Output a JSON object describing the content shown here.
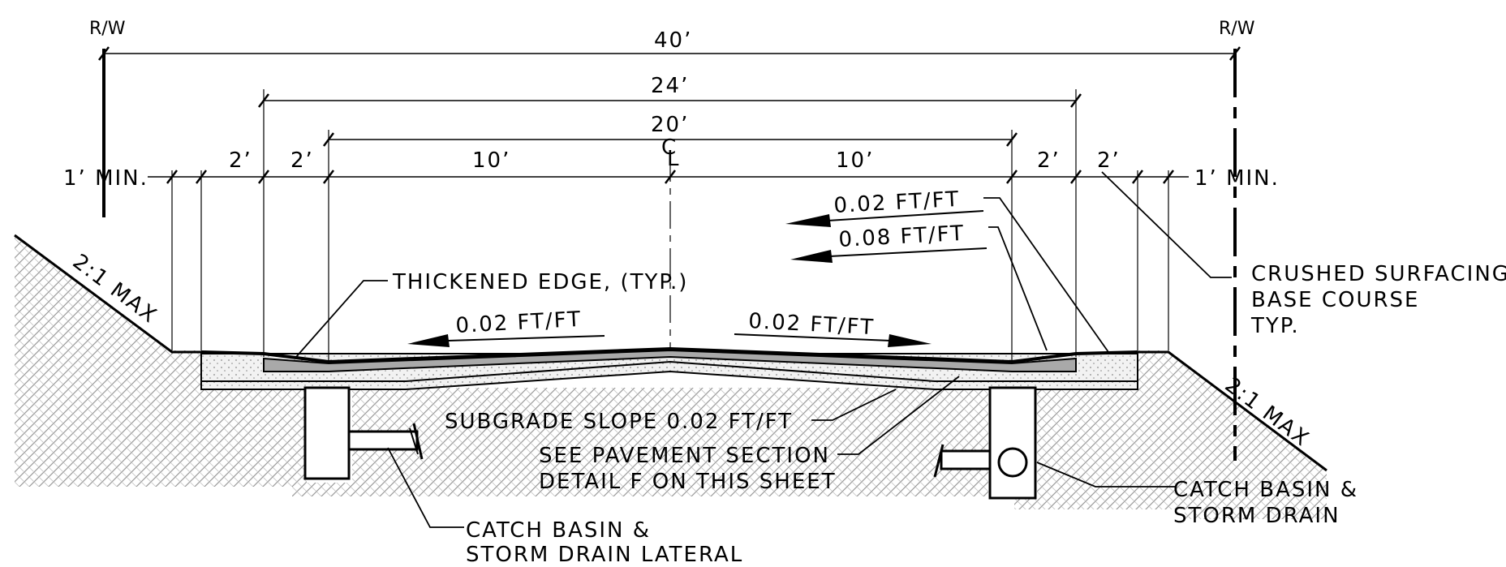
{
  "labels": {
    "rw_left": "R/W",
    "rw_right": "R/W",
    "dim_40": "40’",
    "dim_24": "24’",
    "dim_20": "20’",
    "centerline": "C",
    "centerline_sub": "L",
    "min_left": "1’ MIN.",
    "min_right": "1’ MIN.",
    "dim_2_a": "2’",
    "dim_2_b": "2’",
    "dim_10_left": "10’",
    "dim_10_right": "10’",
    "dim_2_c": "2’",
    "dim_2_d": "2’",
    "slope_002_top": "0.02 FT/FT",
    "slope_008": "0.08 FT/FT",
    "slope_left_lane": "0.02 FT/FT",
    "slope_right_lane": "0.02 FT/FT",
    "thickened_edge": "THICKENED EDGE, (TYP.)",
    "side_slope_left": "2:1 MAX",
    "side_slope_right": "2:1 MAX",
    "crushed_1": "CRUSHED SURFACING",
    "crushed_2": "BASE COURSE",
    "crushed_3": "TYP.",
    "subgrade": "SUBGRADE SLOPE 0.02 FT/FT",
    "pavement_1": "SEE PAVEMENT SECTION",
    "pavement_2": "DETAIL F ON THIS SHEET",
    "catch_left_1": "CATCH BASIN &",
    "catch_left_2": "STORM DRAIN LATERAL",
    "catch_right_1": "CATCH BASIN &",
    "catch_right_2": "STORM DRAIN"
  }
}
